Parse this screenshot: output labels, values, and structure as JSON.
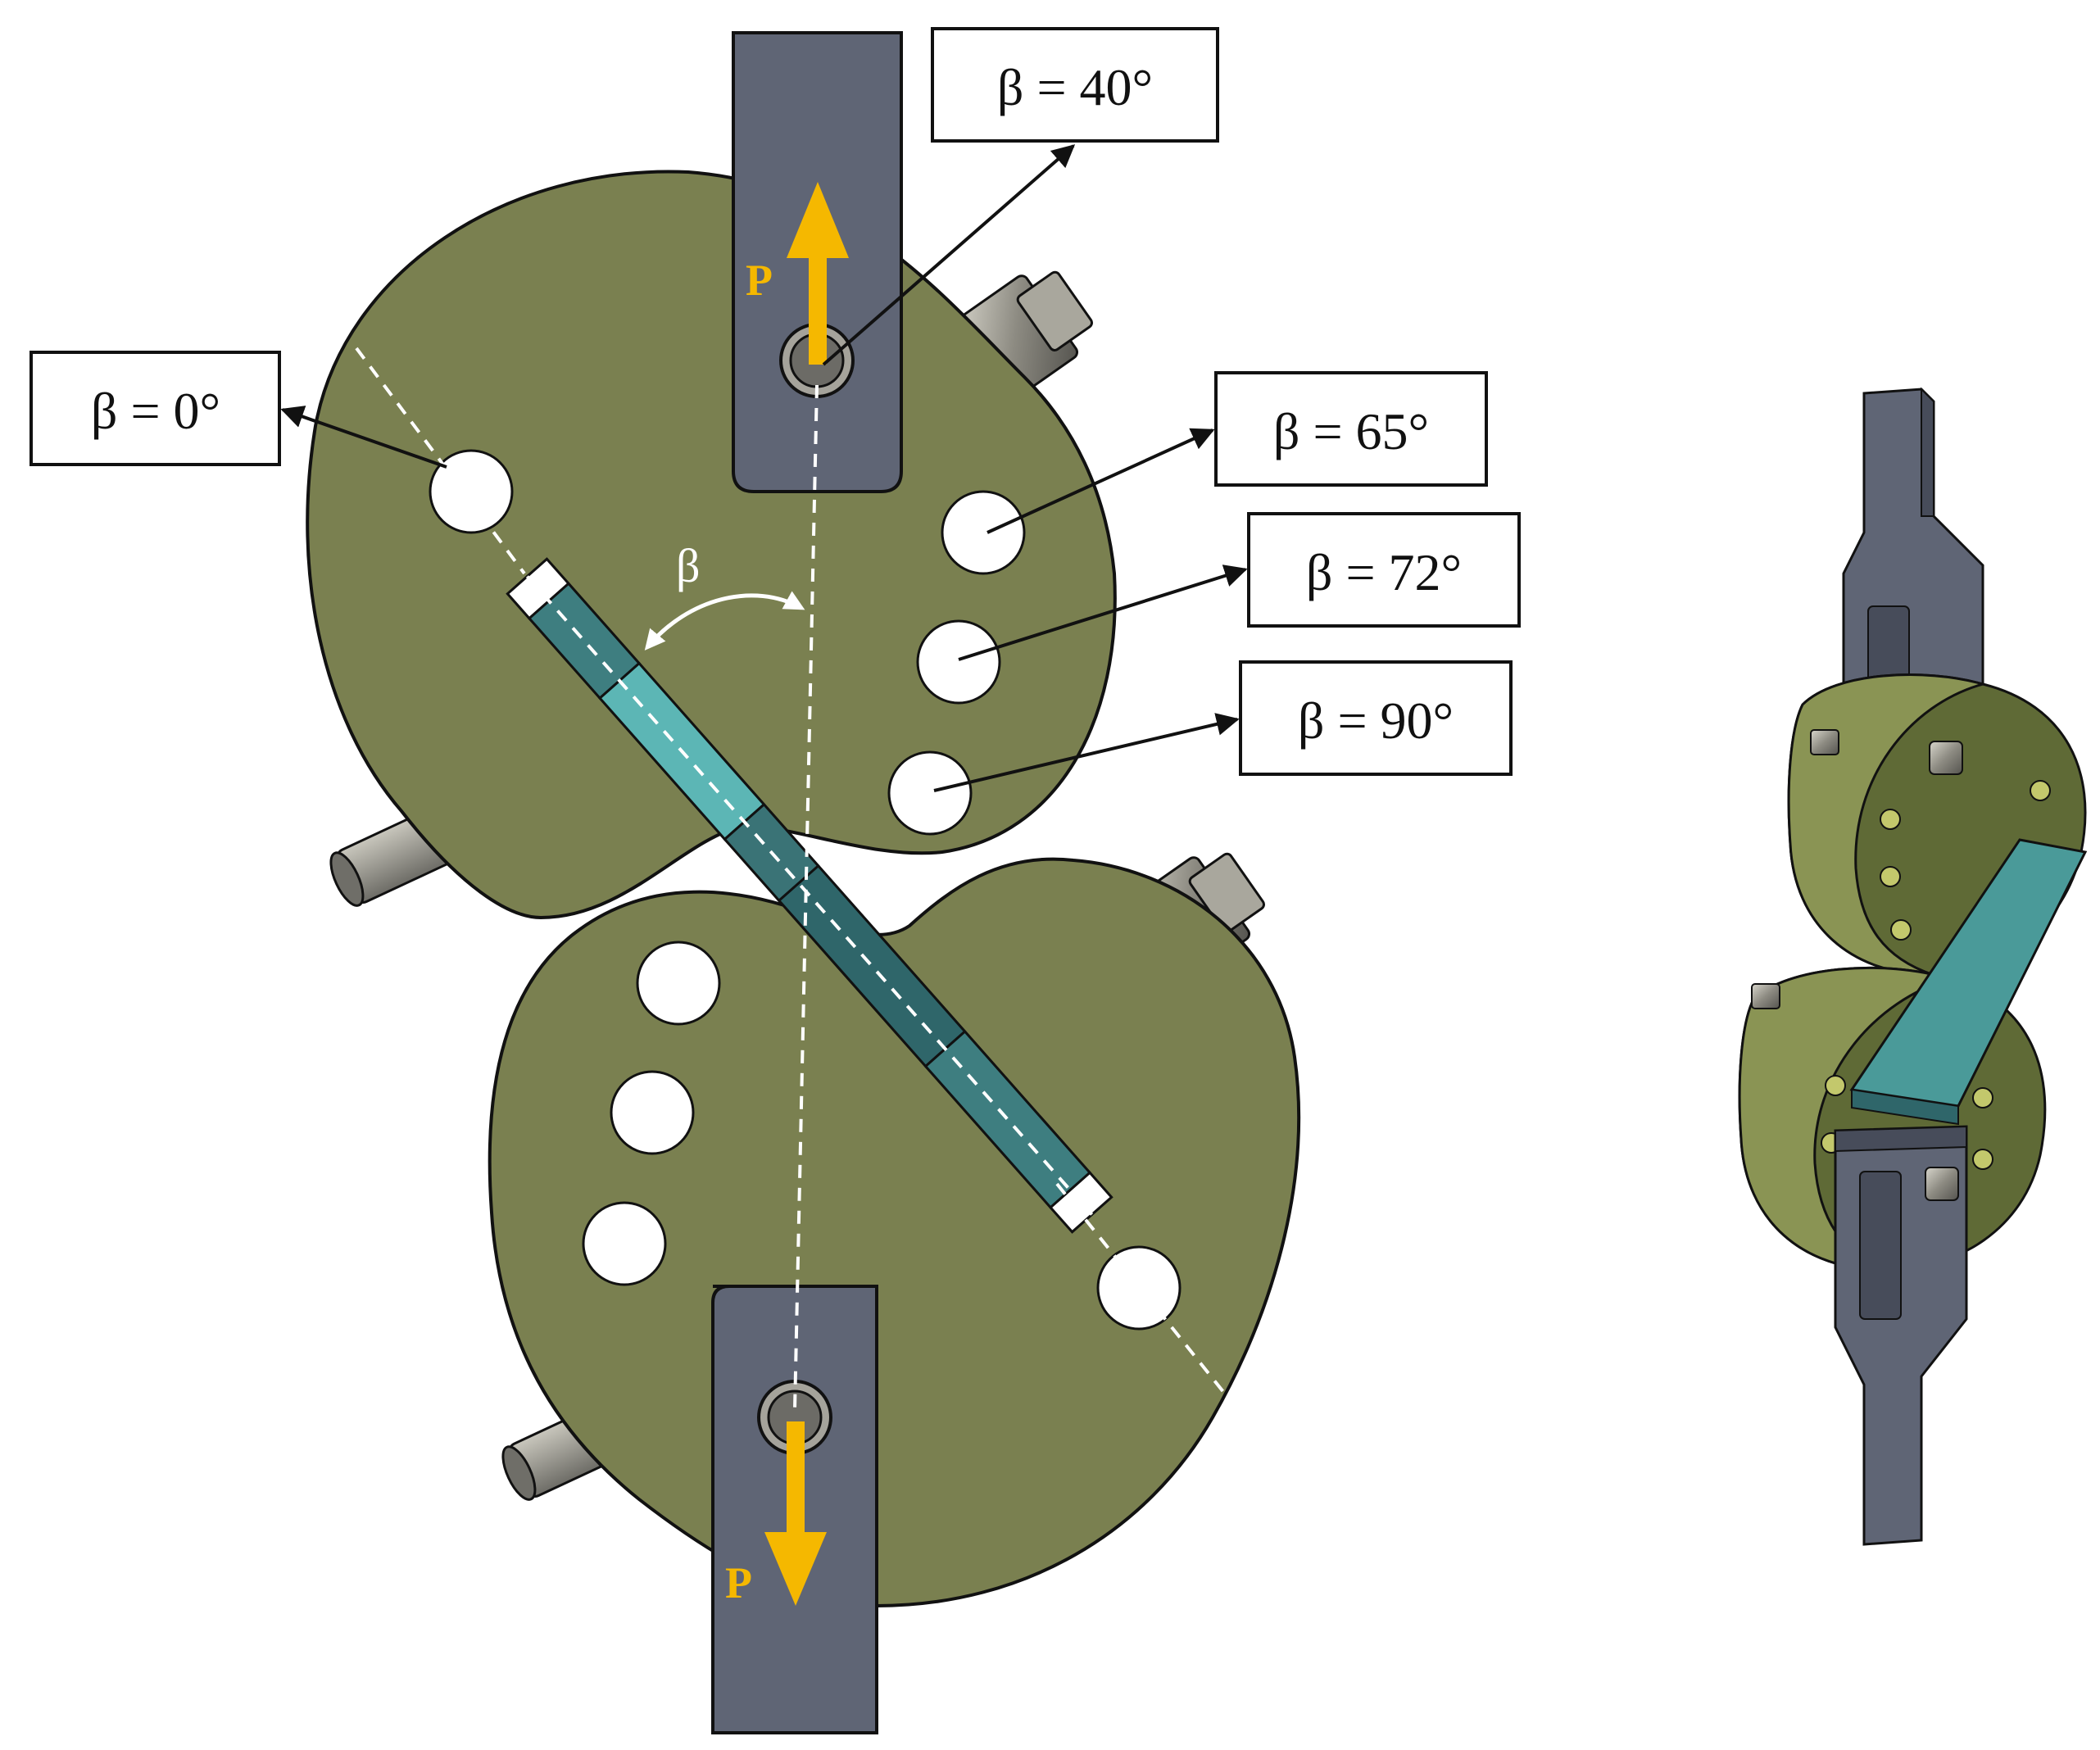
{
  "colors": {
    "plate": "#7a8050",
    "plate_iso_front": "#5f6a36",
    "plate_iso_side": "#8a9454",
    "grip": "#5f6575",
    "grip_dark": "#474c5a",
    "specimen_light": "#5cb6b5",
    "specimen_dark": "#2f666a",
    "specimen_mid": "#3e7e80",
    "arrow_load": "#f5b800",
    "bolt": "#8a8a82",
    "outline": "#111111"
  },
  "labels": {
    "beta_0": "β = 0°",
    "beta_40": "β = 40°",
    "beta_65": "β = 65°",
    "beta_72": "β = 72°",
    "beta_90": "β = 90°",
    "beta_symbol": "β",
    "load_top": "P",
    "load_bottom": "P"
  },
  "icons": {
    "load_arrow": "arrow-up-icon",
    "hole": "circle-icon",
    "bolt": "hex-nut-icon"
  }
}
